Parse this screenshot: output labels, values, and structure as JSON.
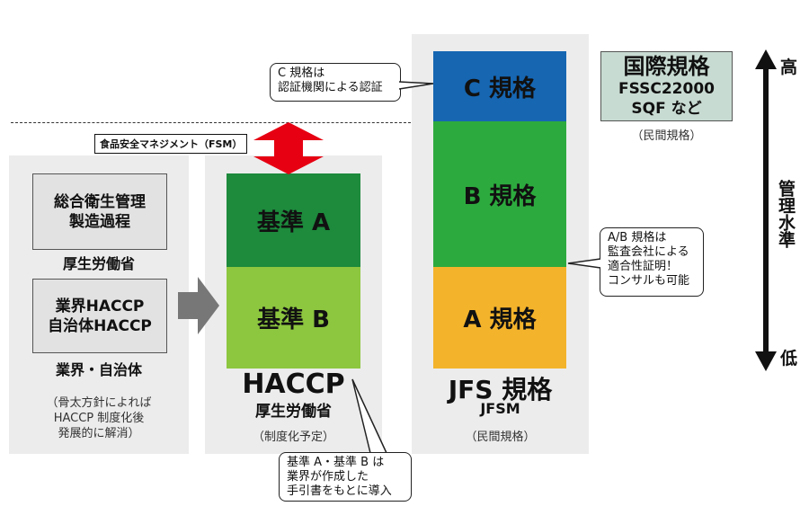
{
  "left": {
    "box1": [
      "総合衛生管理",
      "製造過程"
    ],
    "box1_owner": "厚生労働省",
    "box2": [
      "業界HACCP",
      "自治体HACCP"
    ],
    "box2_owner": "業界・自治体",
    "note": [
      "（骨太方針によれば",
      "HACCP 制度化後",
      "発展的に解消）"
    ]
  },
  "middle": {
    "level_a": "基準 A",
    "level_b": "基準 B",
    "title": "HACCP",
    "owner": "厚生労働省",
    "status": "（制度化予定）"
  },
  "jfs": {
    "level_c": "C 規格",
    "level_b": "B 規格",
    "level_a": "A 規格",
    "title": "JFS 規格",
    "sub": "JFSM",
    "status": "（民間規格）"
  },
  "intl": {
    "title": "国際規格",
    "line1": "FSSC22000",
    "line2": "SQF など",
    "status": "（民間規格）"
  },
  "fsm_label": "食品安全マネジメント（FSM）",
  "callouts": {
    "c": [
      "C 規格は",
      "認証機関による認証"
    ],
    "ab": [
      "A/B 規格は",
      "監査会社による",
      "適合性証明！",
      "コンサルも可能"
    ],
    "haccp": [
      "基準 A・基準 B は",
      "業界が作成した",
      "手引書をもとに導入"
    ]
  },
  "axis": {
    "high": "高",
    "label": "管理水準",
    "low": "低"
  },
  "colors": {
    "dark_green": "#1d8a3c",
    "light_green": "#8dc63f",
    "blue": "#1666b2",
    "green": "#2daa3e",
    "orange": "#f3b32b",
    "red": "#e60012"
  }
}
